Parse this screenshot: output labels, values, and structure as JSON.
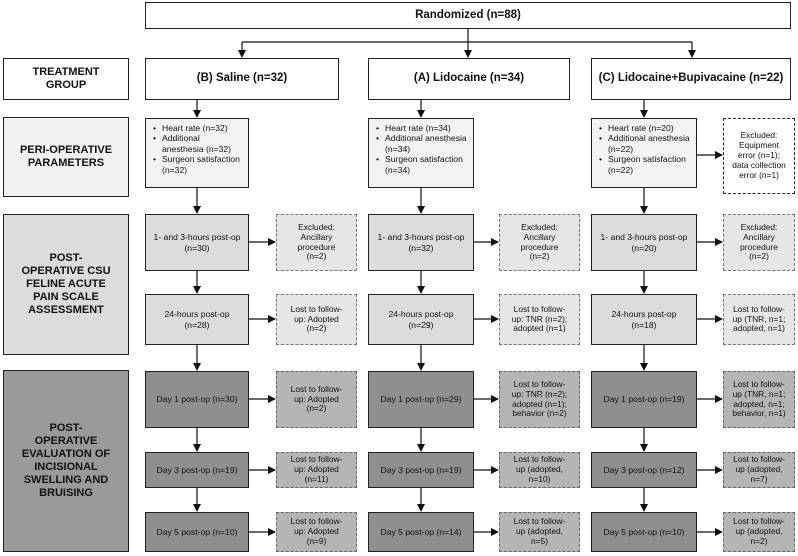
{
  "randomized": "Randomized (n=88)",
  "row_labels": {
    "treatment": "TREATMENT\nGROUP",
    "peri": "PERI-OPERATIVE\nPARAMETERS",
    "csu": "POST-\nOPERATIVE CSU\nFELINE ACUTE\nPAIN SCALE\nASSESSMENT",
    "swelling": "POST-\nOPERATIVE\nEVALUATION OF\nINCISIONAL\nSWELLING AND\nBRUISING"
  },
  "groups": [
    {
      "title": "(B) Saline (n=32)",
      "peri": [
        "Heart rate (n=32)",
        "Additional anesthesia (n=32)",
        "Surgeon satisfaction (n=32)"
      ],
      "csu_1_3": "1- and 3-hours post-op\n(n=30)",
      "csu_1_3_excl": "Excluded:\nAncillary\nprocedure\n(n=2)",
      "csu_24": "24-hours post-op\n(n=28)",
      "csu_24_excl": "Lost to follow-\nup: Adopted\n(n=2)",
      "day1": "Day 1 post-op (n=30)",
      "day1_excl": "Lost to follow-\nup: Adopted\n(n=2)",
      "day3": "Day 3 post-op (n=19)",
      "day3_excl": "Lost to follow-\nup: Adopted\n(n=11)",
      "day5": "Day 5 post-op (n=10)",
      "day5_excl": "Lost to follow-\nup: Adopted\n(n=9)"
    },
    {
      "title": "(A) Lidocaine (n=34)",
      "peri": [
        "Heart rate (n=34)",
        "Additional anesthesia (n=34)",
        "Surgeon satisfaction (n=34)"
      ],
      "csu_1_3": "1- and 3-hours post-op\n(n=32)",
      "csu_1_3_excl": "Excluded:\nAncillary\nprocedure\n(n=2)",
      "csu_24": "24-hours post-op\n(n=29)",
      "csu_24_excl": "Lost to follow-\nup: TNR (n=2);\nadopted (n=1)",
      "day1": "Day 1 post-op (n=29)",
      "day1_excl": "Lost to follow-\nup: TNR (n=2);\nadopted (n=1);\nbehavior (n=2)",
      "day3": "Day 3 post-op (n=19)",
      "day3_excl": "Lost to follow-\nup (adopted,\nn=10)",
      "day5": "Day 5 post-op (n=14)",
      "day5_excl": "Lost to follow-\nup (adopted,\nn=5)"
    },
    {
      "title": "(C) Lidocaine+Bupivacaine (n=22)",
      "peri": [
        "Heart rate (n=20)",
        "Additional anesthesia (n=22)",
        "Surgeon satisfaction (n=22)"
      ],
      "peri_excl": "Excluded:\nEquipment\nerror (n=1);\ndata collection\nerror (n=1)",
      "csu_1_3": "1- and 3-hours post-op\n(n=20)",
      "csu_1_3_excl": "Excluded:\nAncillary\nprocedure\n(n=2)",
      "csu_24": "24-hours post-op\n(n=18)",
      "csu_24_excl": "Lost to follow-\nup (TNR, n=1;\nadopted, n=1)",
      "day1": "Day 1 post-op (n=19)",
      "day1_excl": "Lost to follow-\nup (TNR, n=1;\nadopted, n=1;\nbehavior, n=1)",
      "day3": "Day 3 post-op (n=12)",
      "day3_excl": "Lost to follow-\nup (adopted,\nn=7)",
      "day5": "Day 5 post-op (n=10)",
      "day5_excl": "Lost to follow-\nup (adopted,\nn=2)"
    }
  ]
}
